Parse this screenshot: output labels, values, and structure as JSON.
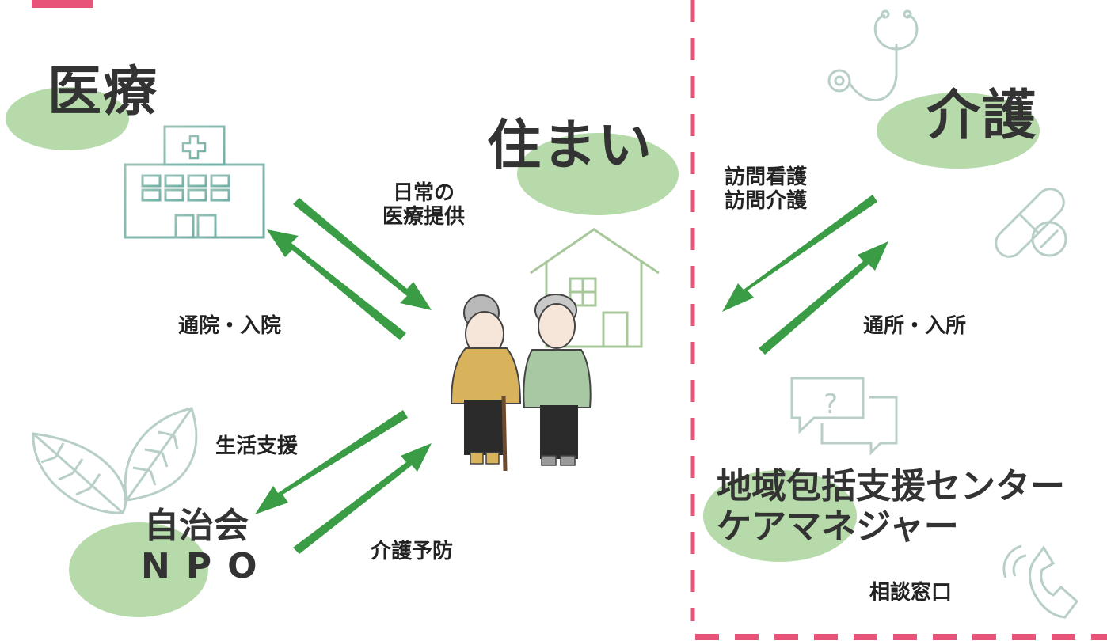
{
  "categories": {
    "medical": "医療",
    "housing": "住まい",
    "care": "介護",
    "community": [
      "自治会",
      "NPO"
    ],
    "support_center": [
      "地域包括支援センター",
      "ケアマネジャー"
    ]
  },
  "relations": {
    "daily_medical": [
      "日常の",
      "医療提供"
    ],
    "hospital_visit": "通院・入院",
    "home_care": [
      "訪問看護",
      "訪問介護"
    ],
    "facility": "通所・入所",
    "life_support": "生活支援",
    "care_prevention": "介護予防",
    "consultation": "相談窓口"
  },
  "icons": [
    "hospital-icon",
    "house-icon",
    "stethoscope-icon",
    "capsule-icon",
    "chat-bubbles-icon",
    "leaf-icon",
    "telephone-icon",
    "elderly-couple-icon"
  ],
  "colors": {
    "arrow": "#3a9c45",
    "blob": "#a9d39b",
    "divider": "#e8537a",
    "icon_line": "#58a8a0"
  }
}
